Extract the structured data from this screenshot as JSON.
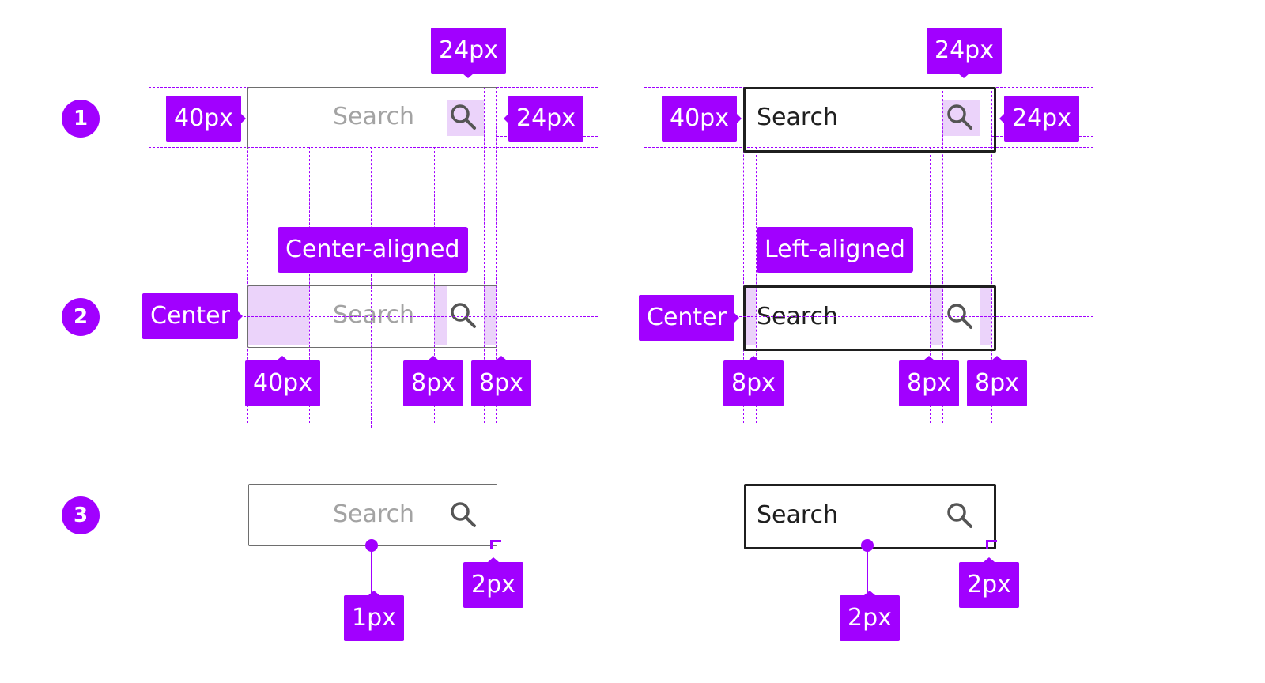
{
  "steps": [
    "1",
    "2",
    "3"
  ],
  "field": {
    "placeholder": "Search"
  },
  "row1": {
    "left": {
      "height_tag": "40px",
      "icon_size_tag": "24px",
      "icon_top_tag": "24px"
    },
    "right": {
      "height_tag": "40px",
      "icon_size_tag": "24px",
      "icon_top_tag": "24px"
    }
  },
  "row2": {
    "left": {
      "alignment": "Center-aligned",
      "vertical": "Center",
      "text_padding": "40px",
      "icon_gap": "8px",
      "icon_padding": "8px"
    },
    "right": {
      "alignment": "Left-aligned",
      "vertical": "Center",
      "text_padding": "8px",
      "icon_gap": "8px",
      "icon_padding": "8px"
    }
  },
  "row3": {
    "left": {
      "border": "1px",
      "radius": "2px"
    },
    "right": {
      "border": "2px",
      "radius": "2px"
    }
  },
  "colors": {
    "accent": "#a100ff",
    "shade": "#e6c2f5",
    "border_default": "#6e6e6e",
    "border_focus": "#1f1f1f",
    "placeholder": "#a3a3a3"
  },
  "icons": [
    "magnifier-icon"
  ]
}
